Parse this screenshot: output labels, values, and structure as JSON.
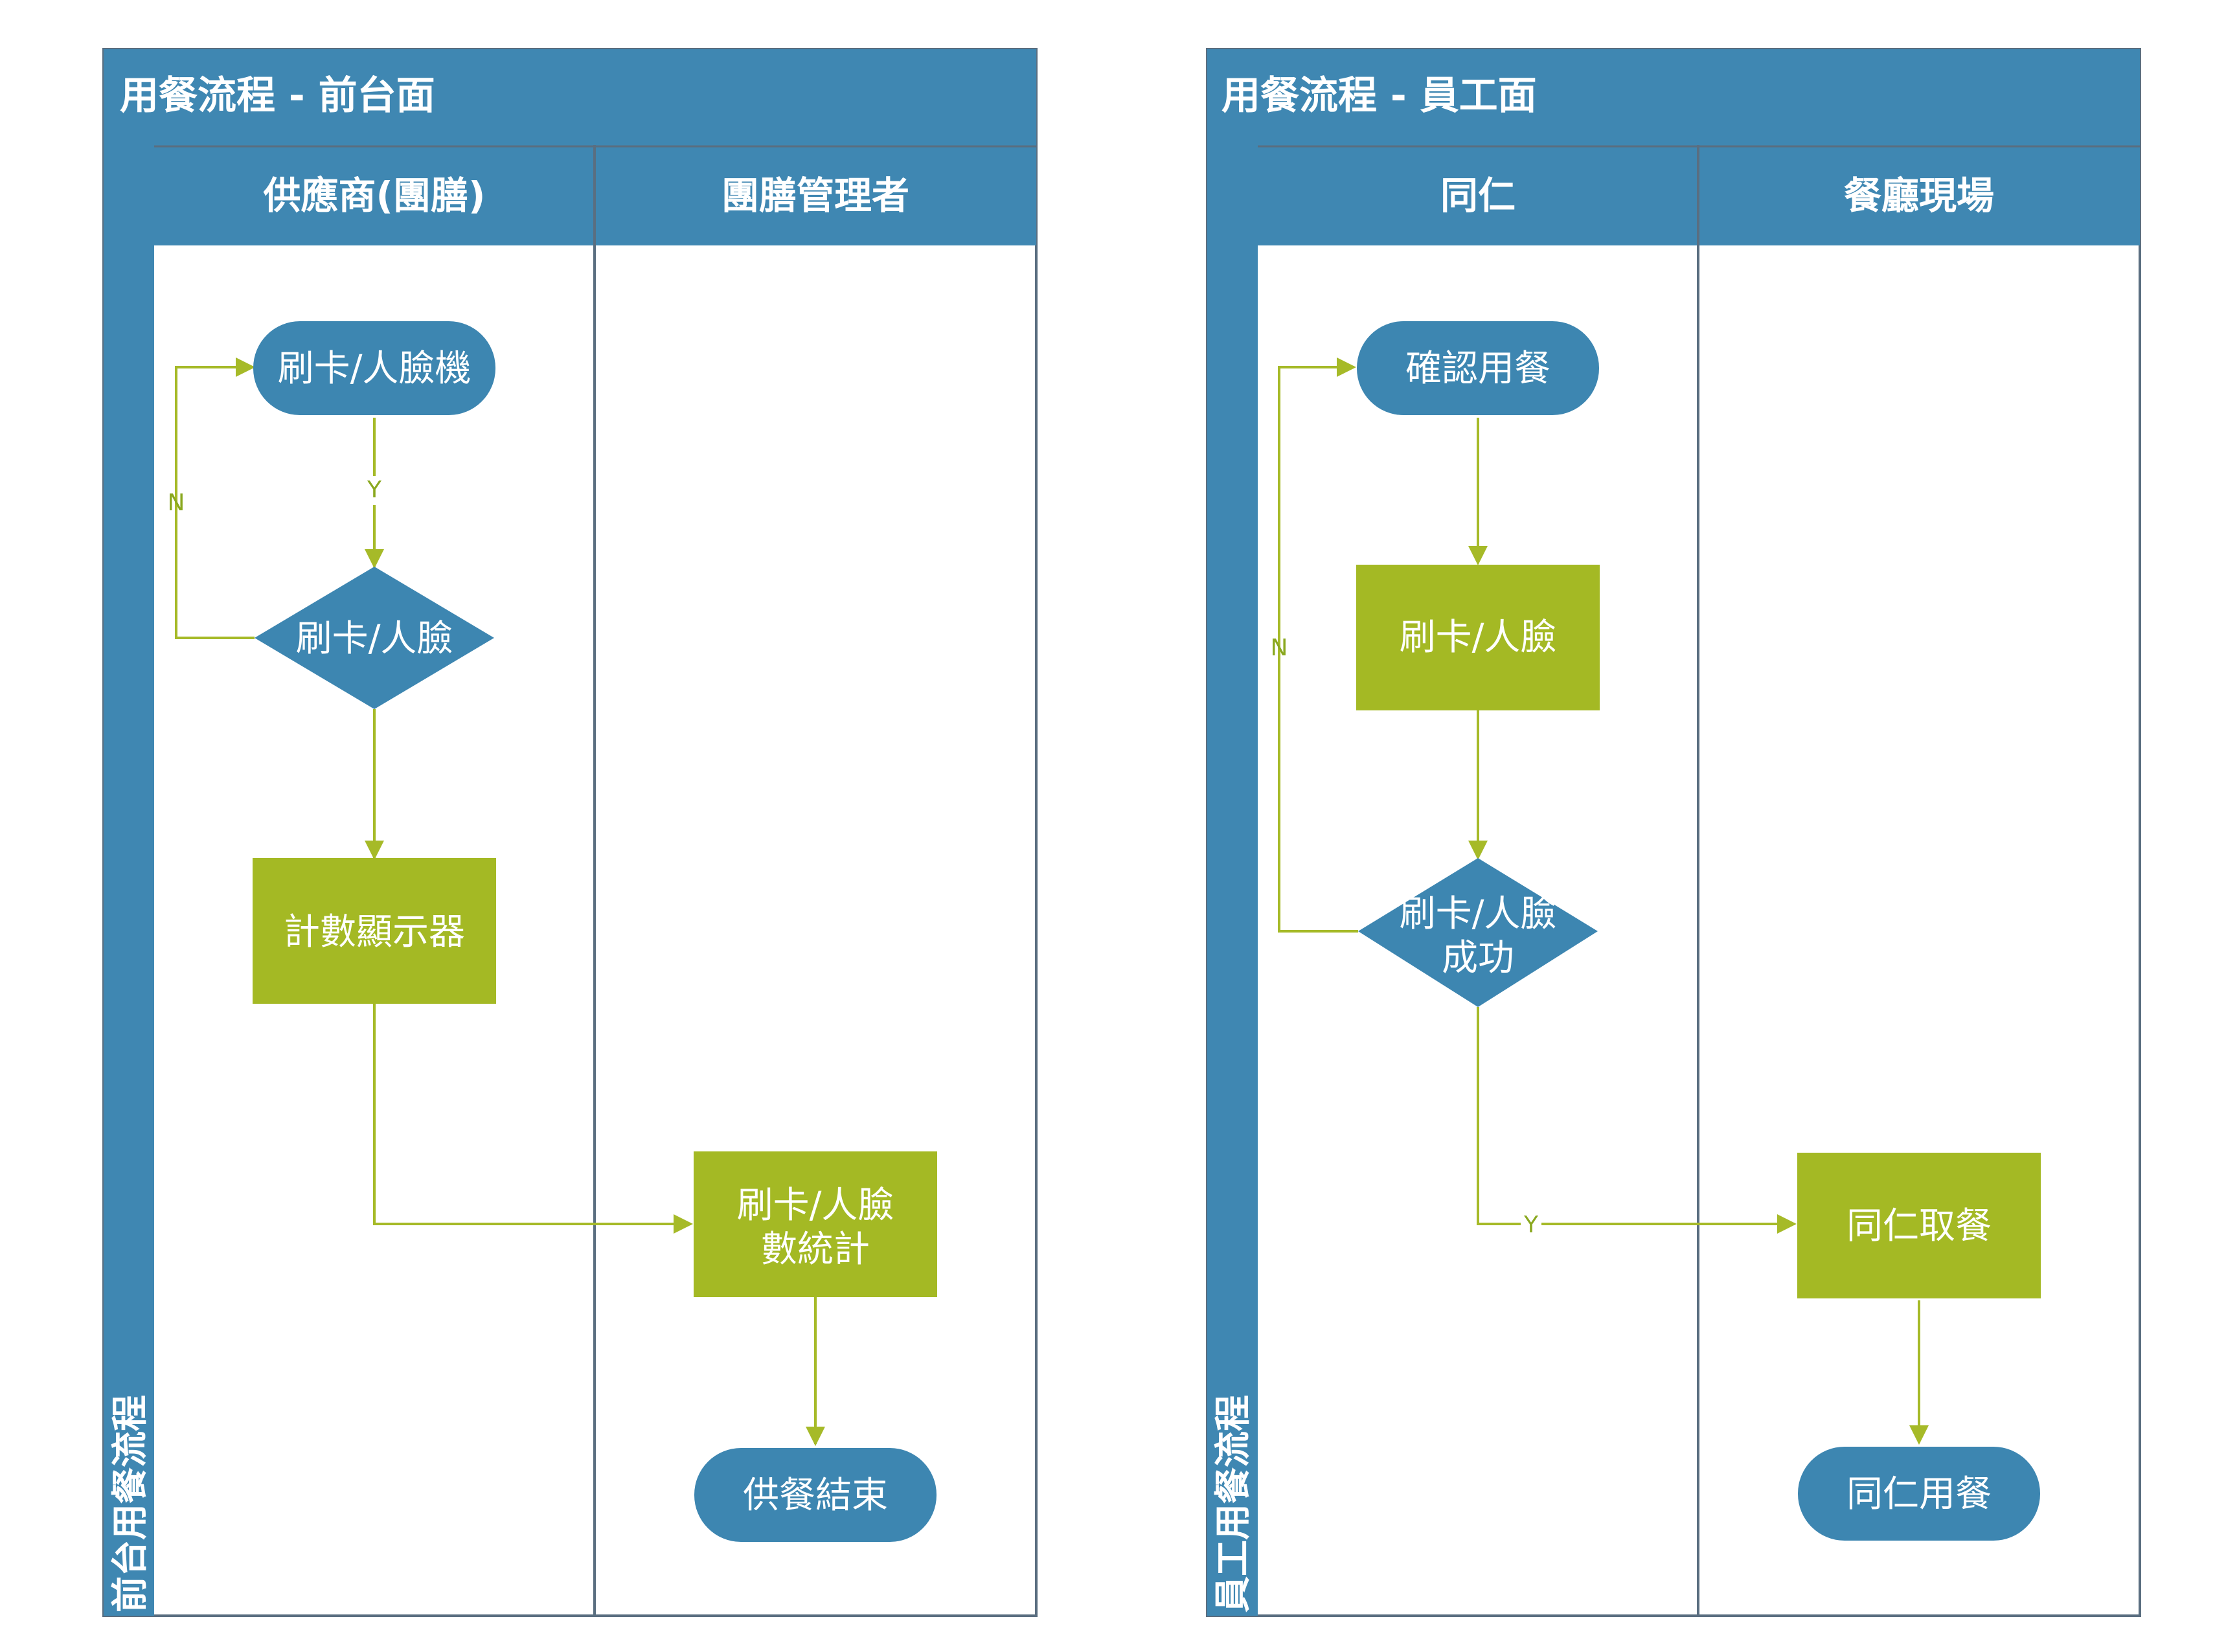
{
  "colors": {
    "header_blue": "#3f87b2",
    "border": "#5a6e80",
    "node_blue": "#3d86b1",
    "node_green": "#a4b924",
    "connector": "#a6ba28",
    "edge_label": "#8aa81f"
  },
  "front": {
    "title": "用餐流程 - 前台面",
    "side_label": "前台用餐流程",
    "lanes": [
      "供應商(團膳)",
      "團膳管理者"
    ],
    "nodes": {
      "card_machine": "刷卡/人臉機",
      "card_check": "刷卡/人臉",
      "counter_display": "計數顯示器",
      "stats_line1": "刷卡/人臉",
      "stats_line2": "數統計",
      "end": "供餐結束"
    },
    "edge_labels": {
      "yes": "Y",
      "no": "N"
    }
  },
  "staff": {
    "title": "用餐流程 - 員工面",
    "side_label": "員工用餐流程",
    "lanes": [
      "同仁",
      "餐廳現場"
    ],
    "nodes": {
      "confirm": "確認用餐",
      "swipe": "刷卡/人臉",
      "success_line1": "刷卡/人臉",
      "success_line2": "成功",
      "pickup": "同仁取餐",
      "eat": "同仁用餐"
    },
    "edge_labels": {
      "yes": "Y",
      "no": "N"
    }
  }
}
